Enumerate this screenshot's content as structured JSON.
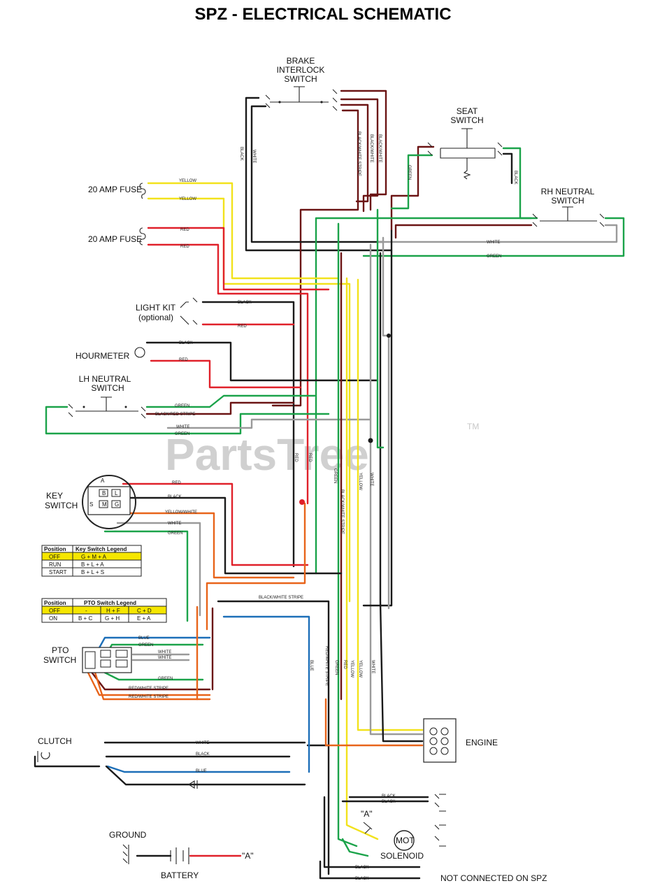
{
  "title": "SPZ - ELECTRICAL SCHEMATIC",
  "components": {
    "brake_interlock_switch": [
      "BRAKE",
      "INTERLOCK",
      "SWITCH"
    ],
    "seat_switch": [
      "SEAT",
      "SWITCH"
    ],
    "rh_neutral_switch": [
      "RH NEUTRAL",
      "SWITCH"
    ],
    "fuse_1": "20 AMP FUSE",
    "fuse_2": "20 AMP FUSE",
    "light_kit": [
      "LIGHT KIT",
      "(optional)"
    ],
    "hourmeter": "HOURMETER",
    "lh_neutral_switch": [
      "LH NEUTRAL",
      "SWITCH"
    ],
    "key_switch": [
      "KEY",
      "SWITCH"
    ],
    "pto_switch": [
      "PTO",
      "SWITCH"
    ],
    "clutch": "CLUTCH",
    "engine": "ENGINE",
    "ground": "GROUND",
    "battery": "BATTERY",
    "solenoid": "SOLENOID",
    "motor": "MOT",
    "not_connected": "NOT CONNECTED ON SPZ",
    "ref_a": "\"A\""
  },
  "key_switch_terminals": [
    "A",
    "B",
    "L",
    "G",
    "S",
    "M"
  ],
  "key_switch_legend": {
    "headers": [
      "Position",
      "Key Switch Legend"
    ],
    "rows": [
      [
        "OFF",
        "G + M + A"
      ],
      [
        "RUN",
        "B + L + A"
      ],
      [
        "START",
        "B + L + S"
      ]
    ]
  },
  "pto_switch_legend": {
    "headers": [
      "Position",
      "PTO Switch Legend"
    ],
    "rows": [
      [
        "OFF",
        "-",
        "H + F",
        "C + D"
      ],
      [
        "ON",
        "B + C",
        "G + H",
        "E + A"
      ]
    ]
  },
  "wire_labels": {
    "black": "BLACK",
    "white": "WHITE",
    "yellow": "YELLOW",
    "red": "RED",
    "green": "GREEN",
    "blue": "BLUE",
    "black_white_stripe": "BLACK/WHITE STRIPE",
    "red_white_stripe": "RED/WHITE STRIPE",
    "yellow_white": "YELLOW/WHITE",
    "black_white": "BLACK/WHITE",
    "black_red_stripe": "BLACK/RED STRIPE"
  },
  "watermark": "PartsTree",
  "trademark": "TM",
  "colors": {
    "black": "#1a1a1a",
    "red": "#e0212a",
    "yellow": "#f2e21c",
    "green": "#1ba34a",
    "brown": "#6b1414",
    "orange": "#e8641a",
    "blue": "#1d6fb8",
    "white_wire": "#9a9a9a",
    "legend_highlight": "#f5e600"
  }
}
